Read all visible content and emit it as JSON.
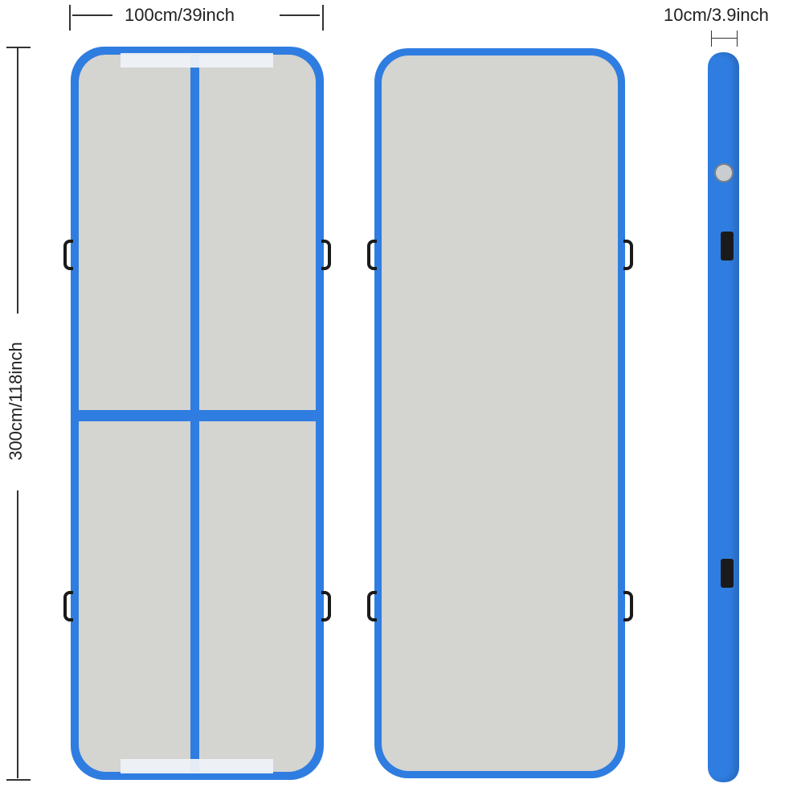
{
  "dimensions": {
    "width_label": "100cm/39inch",
    "length_label": "300cm/118inch",
    "thickness_label": "10cm/3.9inch"
  },
  "colors": {
    "mat_blue": "#2f7de0",
    "mat_gray": "#d4d4d1",
    "handle": "#1a1a1a"
  }
}
